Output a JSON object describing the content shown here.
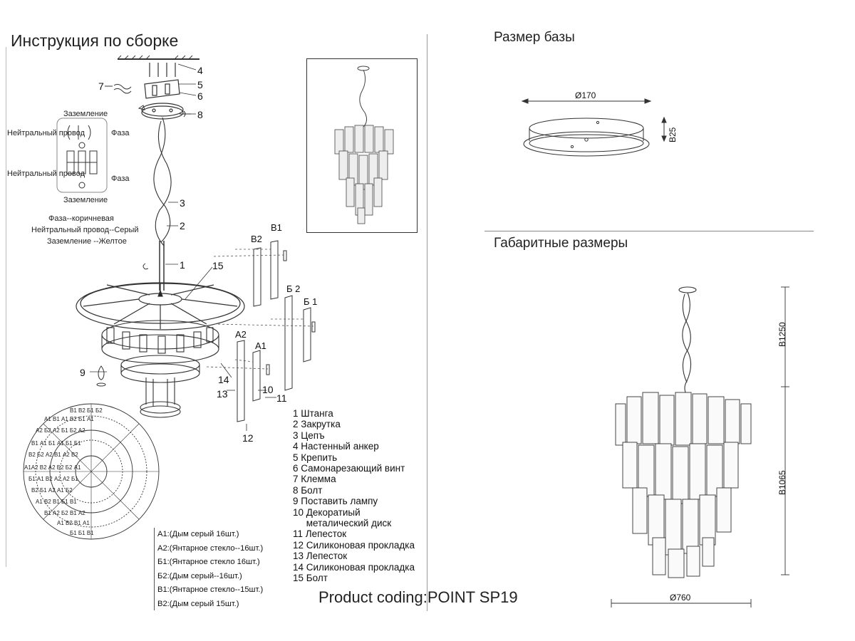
{
  "assembly": {
    "title": "Инструкция по сборке",
    "wiring": {
      "ground_top": "Заземление",
      "neutral_1": "Нейтральный провод",
      "phase_1": "Фаза",
      "neutral_2": "Нейтральный провод",
      "phase_2": "Фаза",
      "ground_bottom": "Заземление",
      "legend_phase": "Фаза--коричневая",
      "legend_neutral": "Нейтральный провод--Серый",
      "legend_ground": "Заземление --Желтое"
    },
    "callouts": [
      "4",
      "5",
      "6",
      "7",
      "8",
      "3",
      "2",
      "1",
      "15",
      "9",
      "14",
      "13",
      "10",
      "11",
      "12"
    ],
    "petal_labels": [
      "В2",
      "В1",
      "Б 2",
      "Б 1",
      "А2",
      "А1"
    ],
    "parts": [
      "1  Штанга",
      "2  Закрутка",
      "3  Цепъ",
      "4  Настенный анкер",
      "5  Крепить",
      "6  Самонарезающий винт",
      "7  Клемма",
      "8  Болт",
      "9 Поставить лампу",
      "10  Декоратиый",
      "     металический диск",
      "11 Лепесток",
      "12 Силиконовая прокладка",
      "13 Лепесток",
      "14 Силиконовая прокладка",
      "15 Болт"
    ],
    "glass_types": [
      "А1:(Дым серый 16шт.)",
      "А2:(Янтарное стекло--16шт.)",
      "Б1:(Янтарное стекло 16шт.)",
      "Б2:(Дым серый--16шт.)",
      "В1:(Янтарное стекло--15шт.)",
      "В2:(Дым серый 15шт.)"
    ]
  },
  "base_size": {
    "title": "Размер базы",
    "diameter": "Ø170",
    "height": "B25"
  },
  "overall_size": {
    "title": "Габаритные размеры",
    "total_height": "B1250",
    "body_height": "B1065",
    "diameter": "Ø760"
  },
  "product_coding": "Product coding:POINT SP19"
}
